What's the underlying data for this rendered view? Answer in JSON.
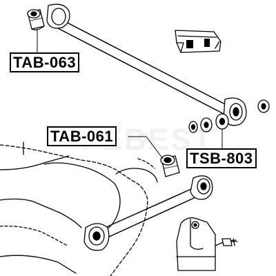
{
  "callouts": {
    "tab_063": "TAB-063",
    "tab_061": "TAB-061",
    "tsb_803": "TSB-803"
  },
  "watermark": "FEBEST",
  "colors": {
    "line": "#000000",
    "background": "#ffffff"
  }
}
